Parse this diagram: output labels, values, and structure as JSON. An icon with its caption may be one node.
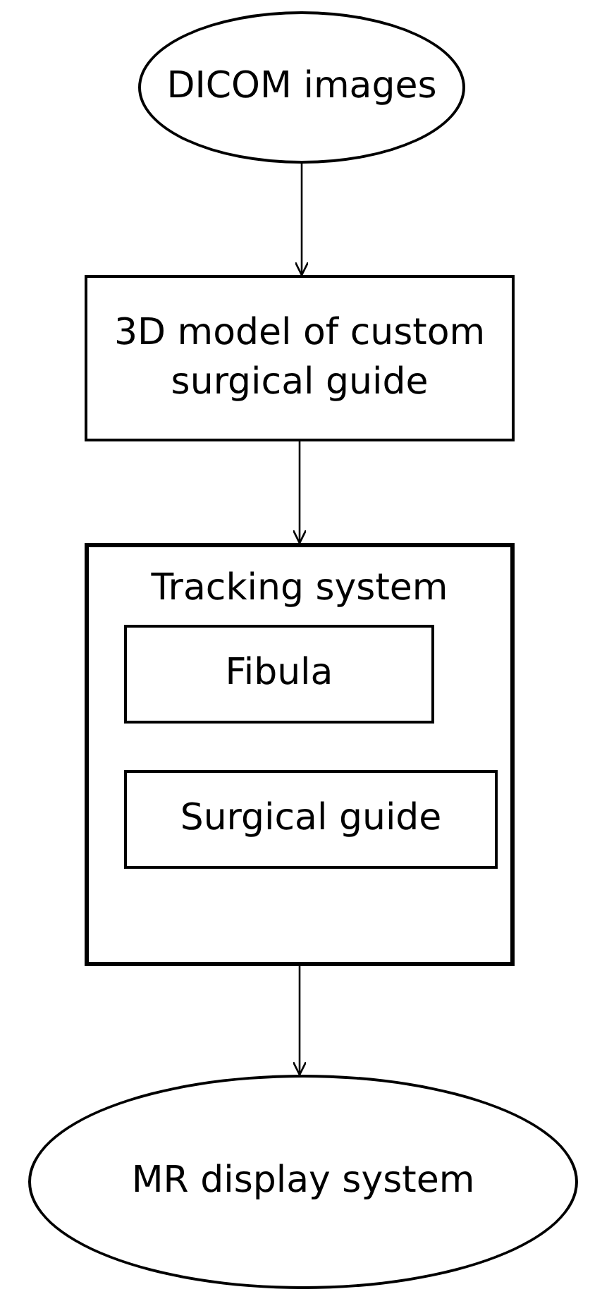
{
  "diagram": {
    "nodes": [
      {
        "text": [
          "DICOM images"
        ]
      },
      {
        "text": [
          "3D model of custom surgical guide"
        ]
      },
      {
        "text": [
          "Tracking system"
        ]
      },
      {
        "text": [
          "Fibula"
        ],
        "in": 2
      },
      {
        "text": [
          "Surgical guide"
        ],
        "in": 2
      },
      {
        "text": [
          "MR display system"
        ]
      }
    ],
    "edges": [
      {
        "from": 0,
        "to": 1,
        "arrow": "to"
      },
      {
        "from": 1,
        "to": 2,
        "arrow": "to"
      },
      {
        "from": 2,
        "to": 5,
        "arrow": "to"
      }
    ]
  }
}
